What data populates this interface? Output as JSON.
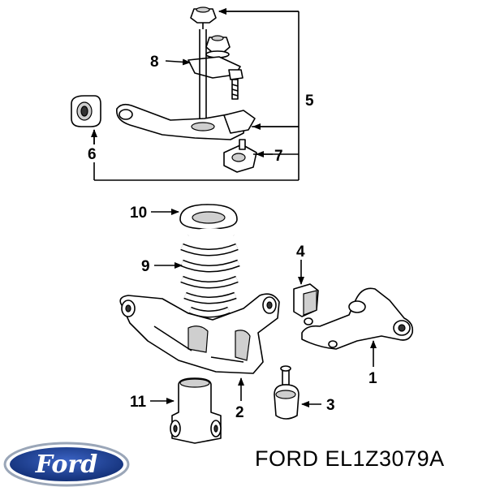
{
  "callouts": {
    "c1": "1",
    "c2": "2",
    "c3": "3",
    "c4": "4",
    "c5": "5",
    "c6": "6",
    "c7": "7",
    "c8": "8",
    "c9": "9",
    "c10": "10",
    "c11": "11"
  },
  "brand": {
    "logo_text": "Ford"
  },
  "part": {
    "label": "FORD EL1Z3079A"
  },
  "colors": {
    "logo_blue": "#1a3a8c",
    "logo_ring": "#9aa6b8",
    "line": "#000000"
  }
}
